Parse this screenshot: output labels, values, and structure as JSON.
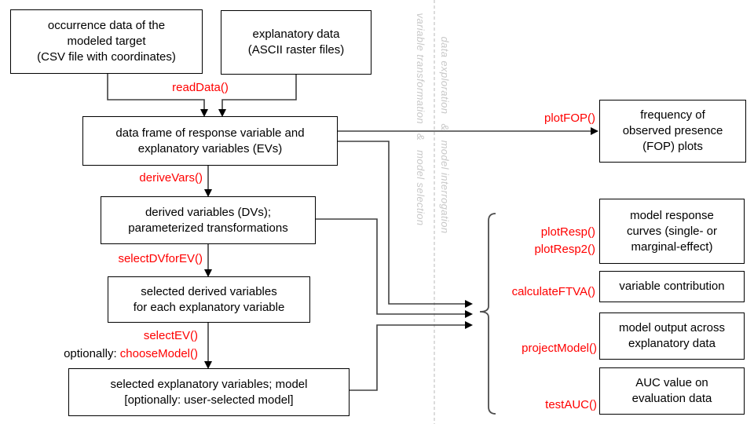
{
  "boxes": {
    "occurrence": "occurrence data of the\nmodeled target\n(CSV file with coordinates)",
    "explanatory": "explanatory data\n(ASCII raster files)",
    "dataframe": "data frame of response variable and\nexplanatory variables (EVs)",
    "derived": "derived variables (DVs);\nparameterized transformations",
    "selected_dv": "selected derived variables\nfor each explanatory variable",
    "selected_ev": "selected explanatory variables; model\n[optionally: user-selected model]",
    "fop": "frequency of\nobserved presence\n(FOP) plots",
    "response_curves": "model response\ncurves (single- or\nmarginal-effect)",
    "contribution": "variable contribution",
    "model_output": "model output across\nexplanatory data",
    "auc": "AUC value on\nevaluation data"
  },
  "functions": {
    "read_data": "readData()",
    "derive_vars": "deriveVars()",
    "select_dv_for_ev": "selectDVforEV()",
    "select_ev": "selectEV()",
    "optionally_prefix": "optionally: ",
    "choose_model": "chooseModel()",
    "plot_fop": "plotFOP()",
    "plot_resp": "plotResp()",
    "plot_resp2": "plotResp2()",
    "calculate_ftva": "calculateFTVA()",
    "project_model": "projectModel()",
    "test_auc": "testAUC()"
  },
  "section_labels": {
    "left": "variable transformation   &   model selection",
    "right": "data exploration   &   model interrogation"
  },
  "colors": {
    "function_red": "#ff0000",
    "box_border": "#000000",
    "connector": "#404040",
    "brace_gray": "#4d4d4d",
    "divider_gray": "#c4c4c4",
    "section_label_gray": "#c8c8c8"
  }
}
